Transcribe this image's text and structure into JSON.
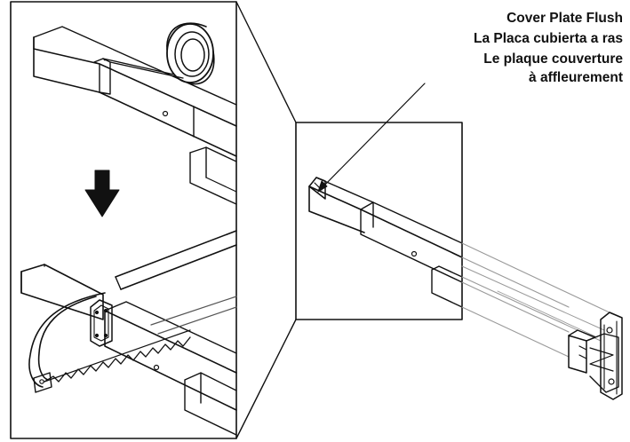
{
  "labels": {
    "english": "Cover Plate Flush",
    "spanish": "La Placa cubierta a ras",
    "french_line1": "Le plaque couverture",
    "french_line2": "à affleurement"
  },
  "colors": {
    "line": "#111111",
    "faint": "#9a9a9a",
    "background": "#ffffff",
    "arrow": "#111111"
  },
  "icons": {
    "down_arrow": "down-arrow-icon",
    "tape_roll": "tape-roll-icon",
    "hacksaw": "hacksaw-icon"
  }
}
